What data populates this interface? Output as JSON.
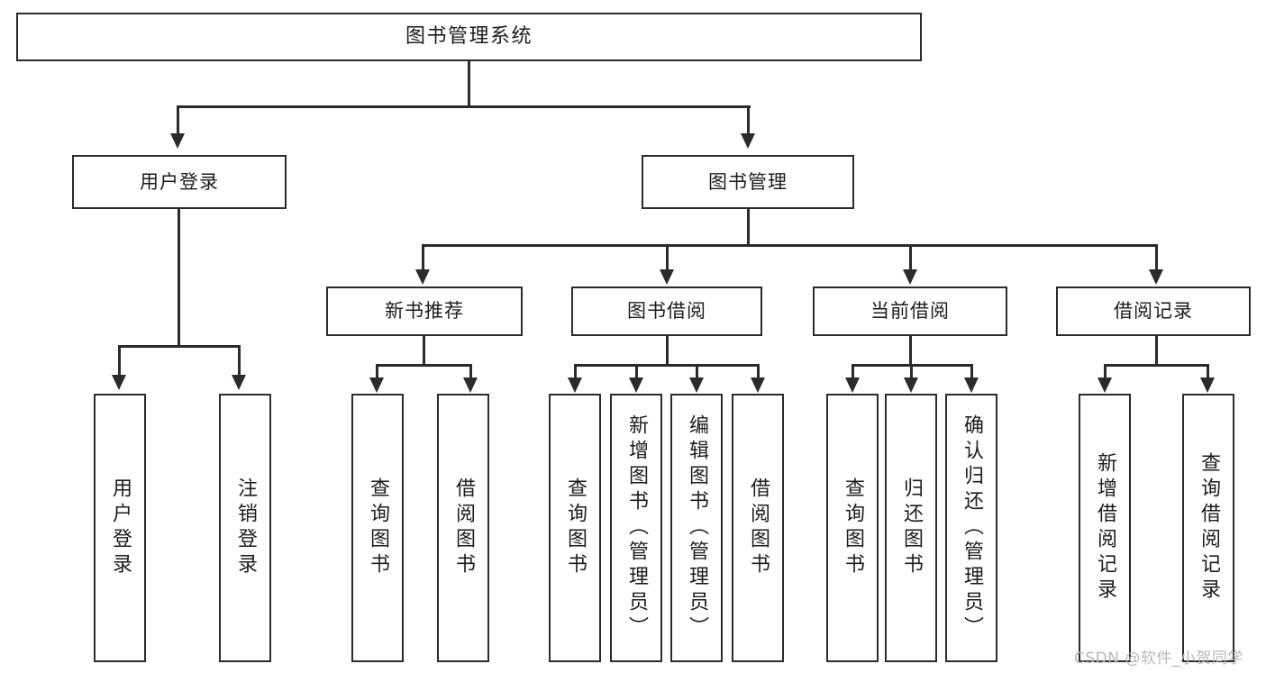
{
  "diagram": {
    "kind": "tree",
    "title": "图书管理系统",
    "watermark": "CSDN @软件_小贺同学",
    "root": {
      "id": "root",
      "label": "图书管理系统"
    },
    "level1": [
      {
        "id": "user-login",
        "label": "用户登录"
      },
      {
        "id": "book-management",
        "label": "图书管理"
      }
    ],
    "level2": [
      {
        "id": "new-book-recommend",
        "label": "新书推荐",
        "parent": "book-management"
      },
      {
        "id": "book-borrow",
        "label": "图书借阅",
        "parent": "book-management"
      },
      {
        "id": "current-borrow",
        "label": "当前借阅",
        "parent": "book-management"
      },
      {
        "id": "borrow-record",
        "label": "借阅记录",
        "parent": "book-management"
      }
    ],
    "leaves": {
      "user_login": [
        {
          "id": "leaf-user-login",
          "label": "用户登录"
        },
        {
          "id": "leaf-logout-login",
          "label": "注销登录"
        }
      ],
      "new_book_recommend": [
        {
          "id": "leaf-query-book-1",
          "label": "查询图书"
        },
        {
          "id": "leaf-borrow-book-1",
          "label": "借阅图书"
        }
      ],
      "book_borrow": [
        {
          "id": "leaf-query-book-2",
          "label": "查询图书"
        },
        {
          "id": "leaf-add-book",
          "label": "新增图书（管理员）"
        },
        {
          "id": "leaf-edit-book",
          "label": "编辑图书（管理员）"
        },
        {
          "id": "leaf-borrow-book-2",
          "label": "借阅图书"
        }
      ],
      "current_borrow": [
        {
          "id": "leaf-query-book-3",
          "label": "查询图书"
        },
        {
          "id": "leaf-return-book",
          "label": "归还图书"
        },
        {
          "id": "leaf-confirm-return",
          "label": "确认归还（管理员）"
        }
      ],
      "borrow_record": [
        {
          "id": "leaf-add-record",
          "label": "新增借阅记录"
        },
        {
          "id": "leaf-query-record",
          "label": "查询借阅记录"
        }
      ]
    },
    "colors": {
      "stroke": "#2b2b2b",
      "fill": "#ffffff",
      "text": "#1c1c1c",
      "watermark": "#b9b9b9"
    }
  }
}
